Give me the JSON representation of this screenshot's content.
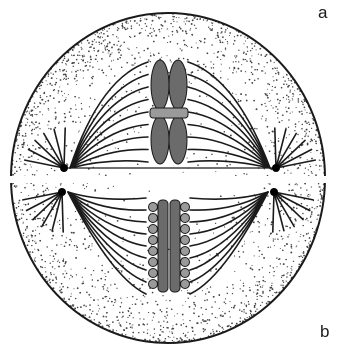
{
  "labels": {
    "top": "a",
    "bottom": "b"
  },
  "colors": {
    "outline": "#1a1a1a",
    "stipple": "#444444",
    "chromosome_fill": "#6b6b6b",
    "chromosome_light": "#9a9a9a",
    "centrosome": "#000000",
    "gap": "#ffffff"
  },
  "icons": [
    "cell-outline",
    "spindle-fibers",
    "centrosome",
    "chromosome",
    "cytoplasm-stipple"
  ]
}
